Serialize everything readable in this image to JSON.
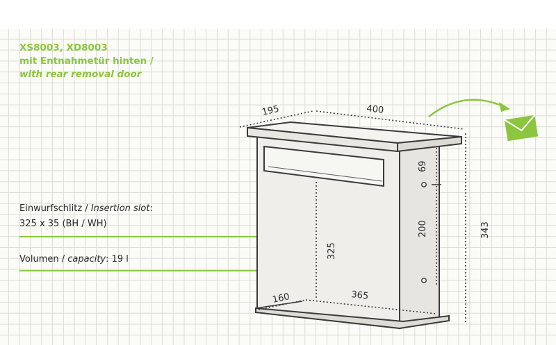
{
  "title": {
    "models": "XS8003, XD8003",
    "line_de": "mit Entnahmetür hinten /",
    "line_en": "with rear removal door"
  },
  "slot": {
    "label_de": "Einwurfschlitz / ",
    "label_en": "Insertion slot",
    "label_colon": ":",
    "size": "325 x 35 (BH / WH)"
  },
  "volume": {
    "label_de": "Volumen / ",
    "label_en": "capacity",
    "value": ": 19 l"
  },
  "dimensions": {
    "depth_top": "195",
    "width_top": "400",
    "height_right": "343",
    "slot_to_top": "69",
    "hole_spacing": "200",
    "inner_height": "325",
    "depth_bottom": "160",
    "width_bottom": "365"
  },
  "colors": {
    "accent_green": "#8cc63f",
    "line_dark": "#3a3a3a",
    "box_fill": "#efeeea",
    "grid": "#dcdcd6"
  },
  "icons": {
    "arrow": "curved-arrow-icon",
    "envelope": "envelope-icon"
  }
}
